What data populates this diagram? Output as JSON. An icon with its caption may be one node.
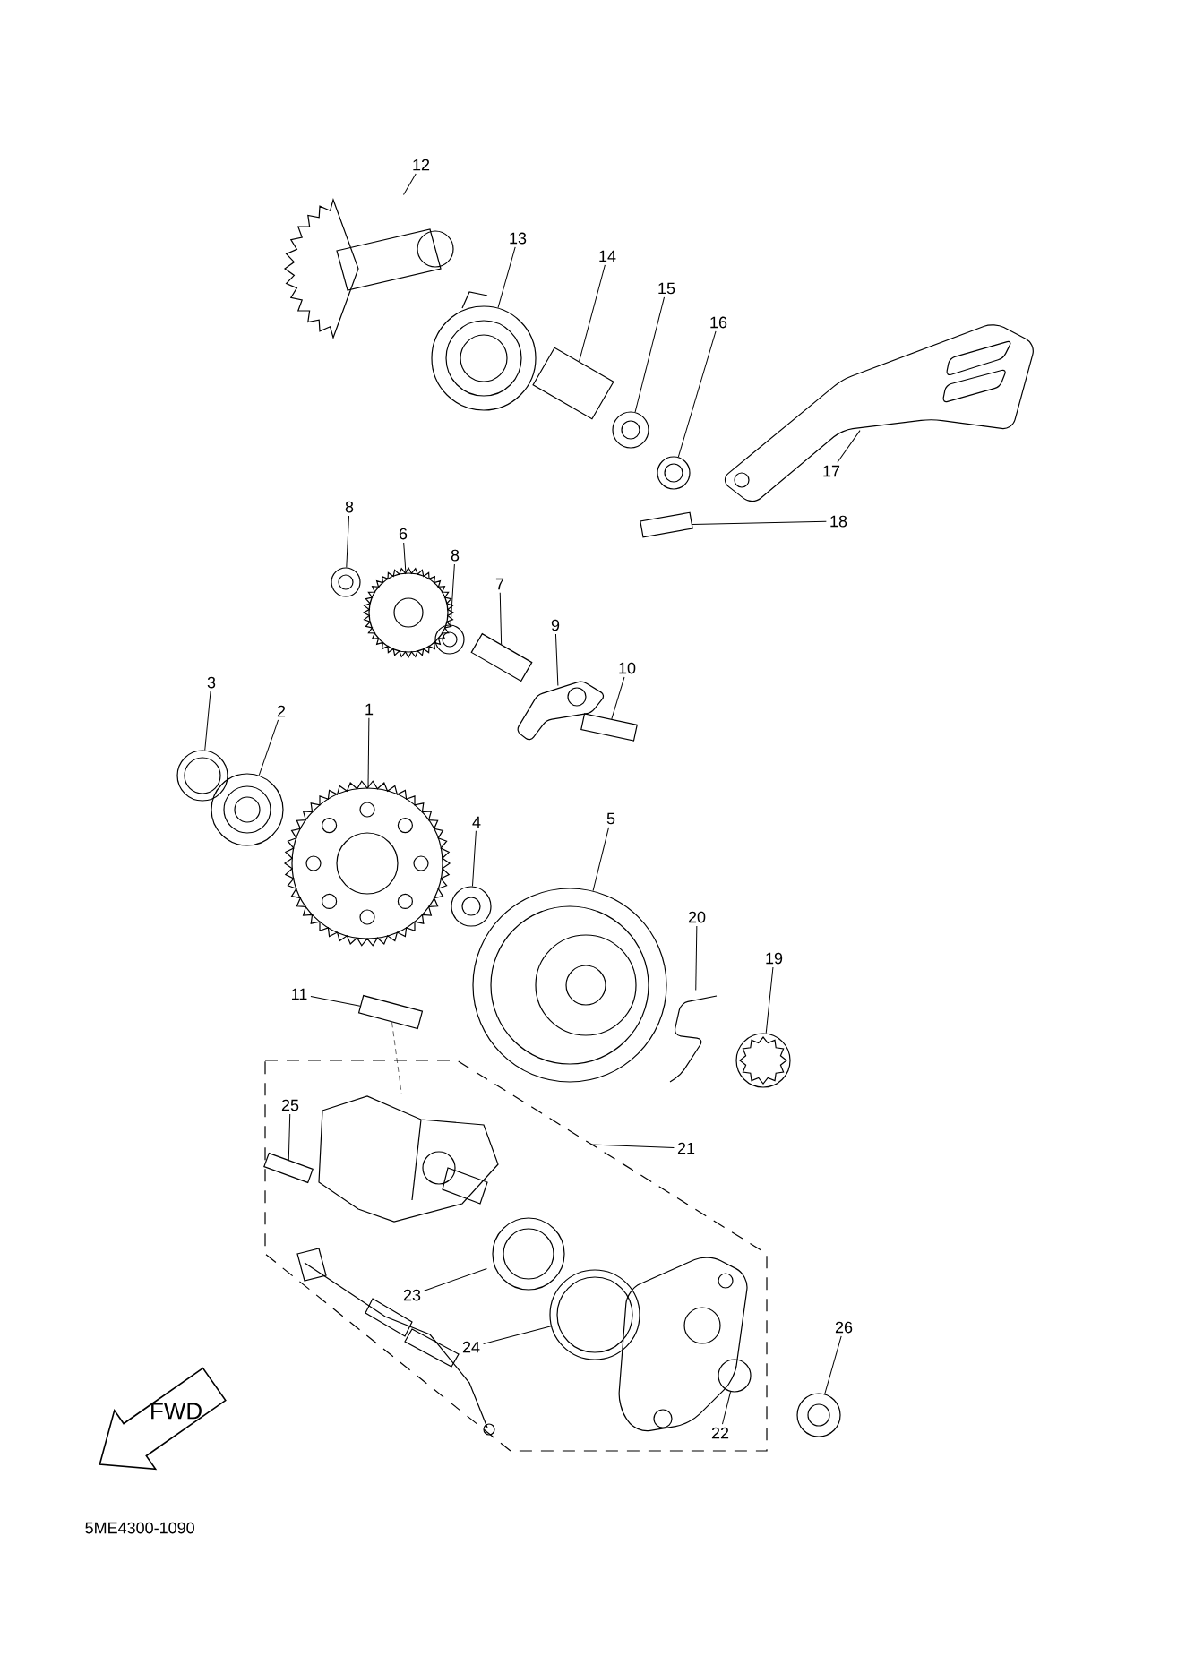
{
  "diagram": {
    "nodes": [
      {
        "text": [
          "12"
        ]
      },
      {
        "text": [],
        "shape": "picture"
      },
      {
        "text": [
          "13"
        ]
      },
      {
        "text": [],
        "shape": "circle"
      },
      {
        "text": [
          "14"
        ]
      },
      {
        "text": [],
        "shape": "box"
      },
      {
        "text": [
          "15"
        ]
      },
      {
        "text": [],
        "shape": "circle"
      },
      {
        "text": [
          "16"
        ]
      },
      {
        "text": [],
        "shape": "circle"
      },
      {
        "text": [
          "17"
        ]
      },
      {
        "text": [],
        "shape": "picture"
      },
      {
        "text": [
          "18"
        ]
      },
      {
        "text": [],
        "shape": "box"
      },
      {
        "text": [
          "8"
        ]
      },
      {
        "text": [],
        "shape": "circle"
      },
      {
        "text": [
          "6"
        ]
      },
      {
        "text": [],
        "shape": "circle"
      },
      {
        "text": [
          "8"
        ]
      },
      {
        "text": [],
        "shape": "circle"
      },
      {
        "text": [
          "7"
        ]
      },
      {
        "text": [],
        "shape": "box"
      },
      {
        "text": [
          "9"
        ]
      },
      {
        "text": [],
        "shape": "picture"
      },
      {
        "text": [
          "10"
        ]
      },
      {
        "text": [],
        "shape": "box"
      },
      {
        "text": [
          "3"
        ]
      },
      {
        "text": [],
        "shape": "circle"
      },
      {
        "text": [
          "2"
        ]
      },
      {
        "text": [],
        "shape": "circle"
      },
      {
        "text": [
          "1"
        ]
      },
      {
        "text": [],
        "shape": "circle"
      },
      {
        "text": [
          "4"
        ]
      },
      {
        "text": [],
        "shape": "circle"
      },
      {
        "text": [
          "5"
        ]
      },
      {
        "text": [],
        "shape": "circle"
      },
      {
        "text": [
          "20"
        ]
      },
      {
        "text": [],
        "shape": "picture"
      },
      {
        "text": [
          "19"
        ]
      },
      {
        "text": [],
        "shape": "circle"
      },
      {
        "text": [
          "11"
        ]
      },
      {
        "text": [],
        "shape": "box"
      },
      {
        "text": [
          "21"
        ]
      },
      {
        "text": [
          "25"
        ]
      },
      {
        "text": [],
        "shape": "box"
      },
      {
        "text": [
          "23"
        ]
      },
      {
        "text": [],
        "shape": "picture"
      },
      {
        "text": [
          "24"
        ]
      },
      {
        "text": [],
        "shape": "circle"
      },
      {
        "text": [
          "22"
        ]
      },
      {
        "text": [],
        "shape": "circle"
      },
      {
        "text": [
          "26"
        ]
      },
      {
        "text": [],
        "shape": "circle"
      },
      {
        "text": [],
        "shape": "picture"
      }
    ],
    "edges": [
      {
        "from": 0,
        "to": 1,
        "arrow": "none"
      },
      {
        "from": 2,
        "to": 3,
        "arrow": "none"
      },
      {
        "from": 4,
        "to": 5,
        "arrow": "none"
      },
      {
        "from": 6,
        "to": 7,
        "arrow": "none"
      },
      {
        "from": 8,
        "to": 9,
        "arrow": "none"
      },
      {
        "from": 10,
        "to": 11,
        "arrow": "none"
      },
      {
        "from": 12,
        "to": 13,
        "arrow": "none"
      },
      {
        "from": 14,
        "to": 15,
        "arrow": "none"
      },
      {
        "from": 16,
        "to": 17,
        "arrow": "none"
      },
      {
        "from": 18,
        "to": 19,
        "arrow": "none"
      },
      {
        "from": 20,
        "to": 21,
        "arrow": "none"
      },
      {
        "from": 22,
        "to": 23,
        "arrow": "none"
      },
      {
        "from": 24,
        "to": 25,
        "arrow": "none"
      },
      {
        "from": 26,
        "to": 27,
        "arrow": "none"
      },
      {
        "from": 28,
        "to": 29,
        "arrow": "none"
      },
      {
        "from": 30,
        "to": 31,
        "arrow": "none"
      },
      {
        "from": 32,
        "to": 33,
        "arrow": "none"
      },
      {
        "from": 34,
        "to": 35,
        "arrow": "none"
      },
      {
        "from": 36,
        "to": 37,
        "arrow": "none"
      },
      {
        "from": 38,
        "to": 39,
        "arrow": "none"
      },
      {
        "from": 40,
        "to": 41,
        "arrow": "none"
      },
      {
        "from": 42,
        "to": null,
        "arrow": "none"
      },
      {
        "from": 43,
        "to": 44,
        "arrow": "none"
      },
      {
        "from": 45,
        "to": 46,
        "arrow": "none"
      },
      {
        "from": 47,
        "to": 48,
        "arrow": "none"
      },
      {
        "from": 49,
        "to": 50,
        "arrow": "none"
      },
      {
        "from": 51,
        "to": 52,
        "arrow": "none"
      },
      {
        "from": 41,
        "to": 53,
        "arrow": "none",
        "style": "dashed"
      }
    ],
    "labels": [
      "FWD",
      "5ME4300-1090"
    ]
  }
}
